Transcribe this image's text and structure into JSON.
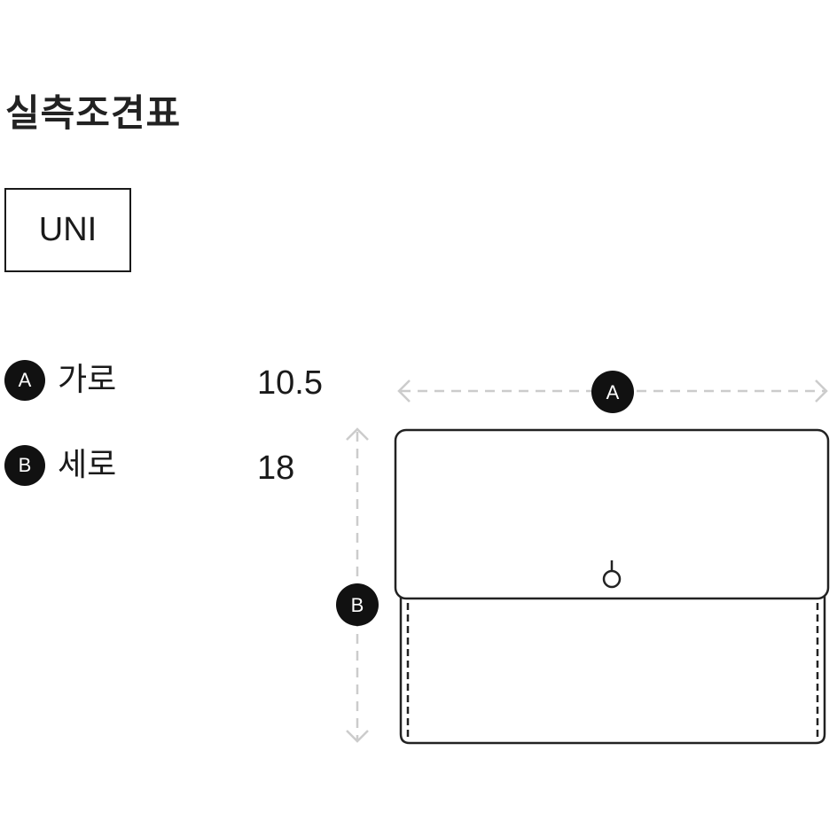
{
  "page": {
    "title": "실측조견표"
  },
  "size_tabs": [
    {
      "label": "UNI",
      "selected": true
    }
  ],
  "measurements": [
    {
      "key": "A",
      "label": "가로",
      "value": "10.5"
    },
    {
      "key": "B",
      "label": "세로",
      "value": "18"
    }
  ],
  "diagram": {
    "marker_a": "A",
    "marker_b": "B",
    "outline_color": "#222222",
    "dash_color": "#cccccc"
  }
}
